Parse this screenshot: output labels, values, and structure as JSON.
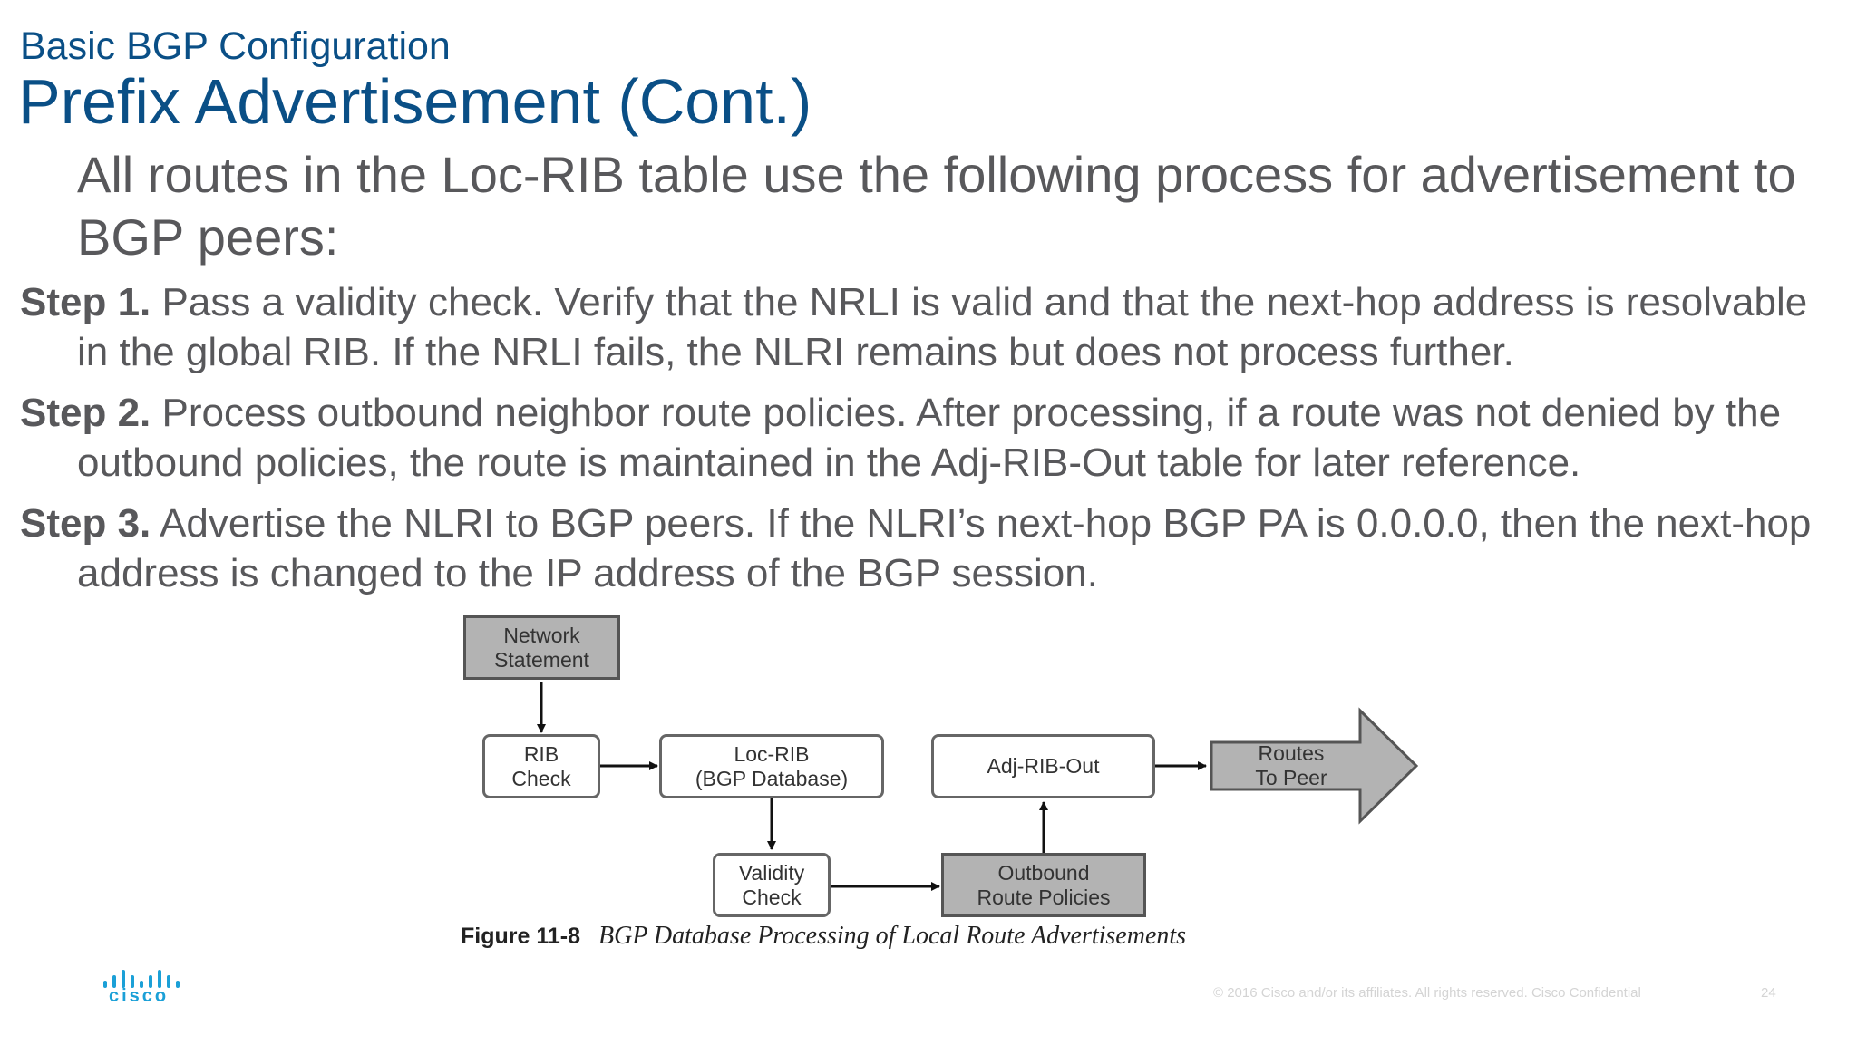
{
  "header": {
    "subtitle": "Basic BGP Configuration",
    "title": "Prefix Advertisement (Cont.)"
  },
  "intro": "All routes in the Loc-RIB table use the following process for advertisement to BGP peers:",
  "steps": [
    {
      "label": "Step 1.",
      "text": "Pass a validity check. Verify that the NRLI is valid and that the next-hop address is resolvable in the global RIB. If the NRLI fails, the NLRI remains but does not process further."
    },
    {
      "label": "Step 2.",
      "text": "Process outbound neighbor route policies. After processing, if a route was not denied by the outbound policies, the route is maintained in the Adj-RIB-Out table for later reference."
    },
    {
      "label": "Step 3.",
      "text": "Advertise the NLRI to BGP peers. If the NLRI’s next-hop BGP PA is 0.0.0.0, then the next-hop address is changed to the IP address of the BGP session."
    }
  ],
  "diagram": {
    "network_statement": "Network\nStatement",
    "rib_check": "RIB\nCheck",
    "loc_rib": "Loc-RIB\n(BGP Database)",
    "adj_rib_out": "Adj-RIB-Out",
    "routes_to_peer": "Routes\nTo Peer",
    "validity_check": "Validity\nCheck",
    "outbound_policies": "Outbound\nRoute Policies",
    "figure_label": "Figure 11-8",
    "figure_caption": "BGP Database Processing of Local Route Advertisements"
  },
  "footer": {
    "brand": "cisco",
    "copyright": "© 2016 Cisco and/or its affiliates. All rights reserved. Cisco Confidential",
    "page_number": "24"
  },
  "colors": {
    "title_blue": "#0a4f86",
    "body_gray": "#58585b",
    "box_fill_gray": "#b3b3b3",
    "cisco_blue": "#1ba0d7"
  }
}
